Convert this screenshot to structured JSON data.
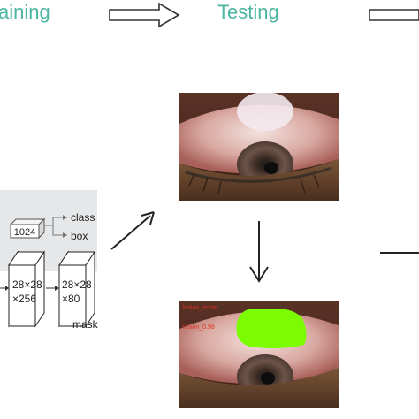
{
  "stages": {
    "training_label_partial": "aining",
    "testing_label": "Testing"
  },
  "network": {
    "fc_size": "1024",
    "output_class": "class",
    "output_box": "box",
    "mask_block_1_line_1": "28×28",
    "mask_block_1_line_2": "×256",
    "mask_block_2_line_1": "28×28",
    "mask_block_2_line_2": "×80",
    "output_mask": "mask"
  },
  "images": {
    "input_photo": "eye-photo",
    "output_photo": "eye-photo-with-green-mask",
    "overlay_text_line_1": "lesion_score",
    "overlay_text_line_2": "lesion_0.98"
  },
  "colors": {
    "stage_label": "#4bb5a2",
    "network_panel": "#e6e7e8",
    "mask_fill": "#7cfc00",
    "overlay_text": "#e03020"
  }
}
